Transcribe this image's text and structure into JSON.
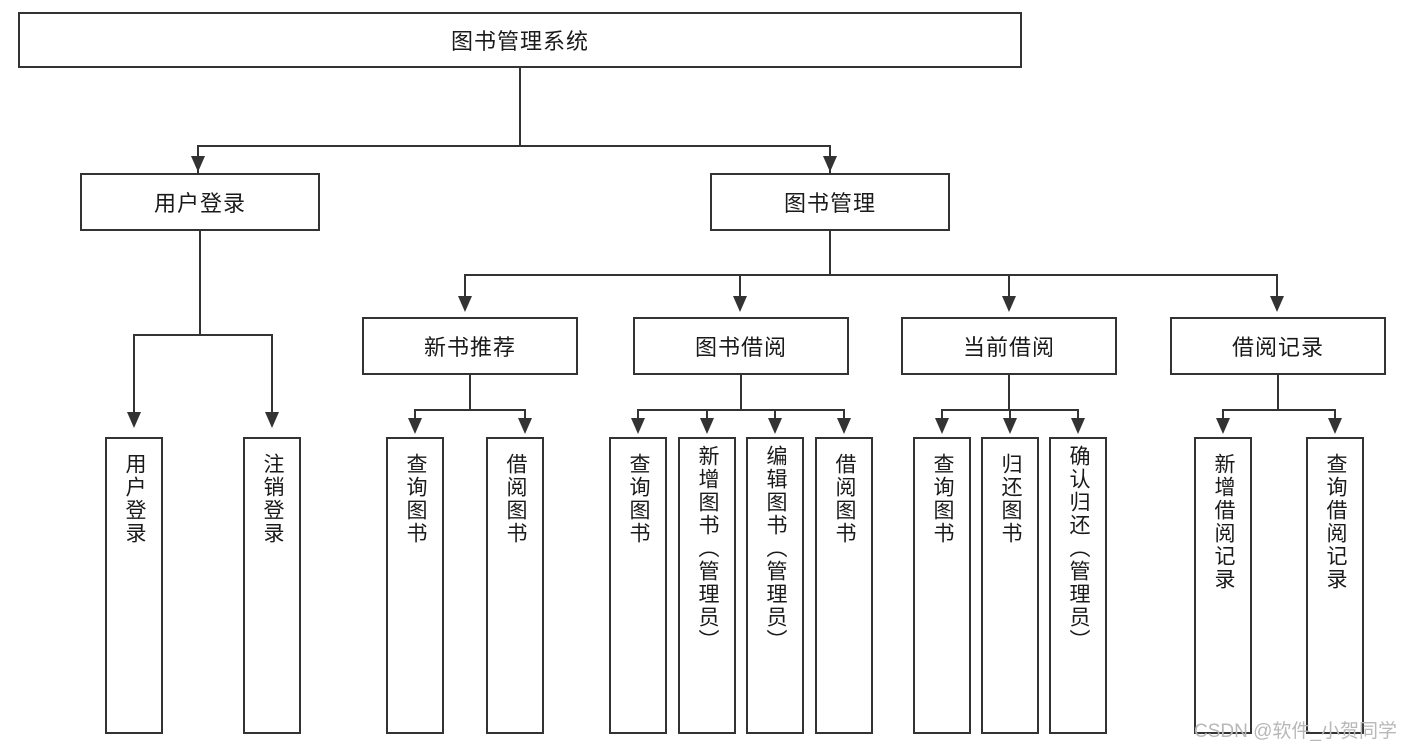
{
  "diagram": {
    "title": "图书管理系统",
    "type": "function-structure-tree",
    "root": {
      "label": "图书管理系统"
    },
    "level2": [
      {
        "label": "用户登录"
      },
      {
        "label": "图书管理"
      }
    ],
    "level3": [
      {
        "label": "新书推荐"
      },
      {
        "label": "图书借阅"
      },
      {
        "label": "当前借阅"
      },
      {
        "label": "借阅记录"
      }
    ],
    "leaves": {
      "user_login": [
        {
          "label": "用户登录"
        },
        {
          "label": "注销登录"
        }
      ],
      "new_book_recommend": [
        {
          "label": "查询图书"
        },
        {
          "label": "借阅图书"
        }
      ],
      "book_borrow": [
        {
          "label": "查询图书"
        },
        {
          "label": "新增图书（管理员）"
        },
        {
          "label": "编辑图书（管理员）"
        },
        {
          "label": "借阅图书"
        }
      ],
      "current_borrow": [
        {
          "label": "查询图书"
        },
        {
          "label": "归还图书"
        },
        {
          "label": "确认归还（管理员）"
        }
      ],
      "borrow_record": [
        {
          "label": "新增借阅记录"
        },
        {
          "label": "查询借阅记录"
        }
      ]
    }
  },
  "watermark": {
    "text": "CSDN @软件_小贺同学"
  },
  "colors": {
    "stroke": "#333333",
    "fill": "#ffffff",
    "text": "#1a1a1a",
    "watermark": "#b8b8b8"
  }
}
